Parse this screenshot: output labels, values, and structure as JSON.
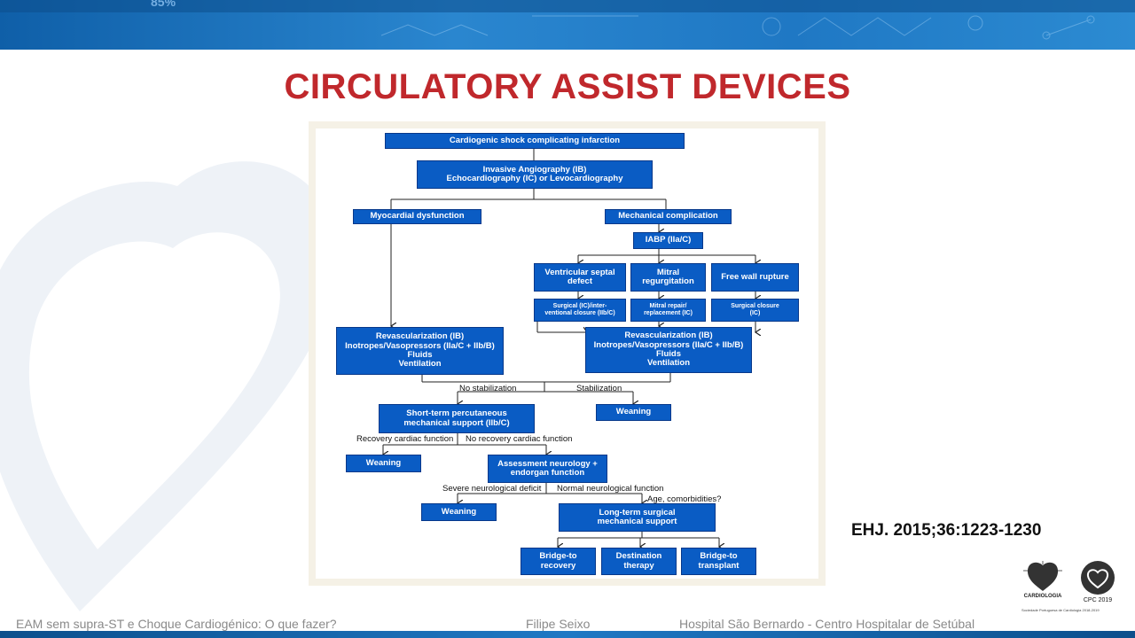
{
  "slide": {
    "title": "CIRCULATORY ASSIST DEVICES",
    "header_fragment": "85%",
    "reference": "EHJ. 2015;36:1223-1230",
    "footer": {
      "left": "EAM sem supra-ST e Choque Cardiogénico: O que fazer?",
      "center": "Filipe Seixo",
      "right": "Hospital São Bernardo  - Centro Hospitalar de Setúbal"
    },
    "logos": {
      "society_name": "CARDIOLOGIA",
      "society_caption": "Sociedade Portuguesa de Cardiologia 2018-2019",
      "cpc_label": "CPC 2019"
    },
    "colors": {
      "title": "#c0282c",
      "box": "#0a5cc4",
      "bar": "#1f78c4"
    }
  },
  "flowchart": {
    "boxes": {
      "cardiogenic_shock": [
        "Cardiogenic shock complicating infarction"
      ],
      "angiography": [
        "Invasive Angiography (IB)",
        "Echocardiography (IC) or Levocardiography"
      ],
      "myocardial_dysfunction": [
        "Myocardial dysfunction"
      ],
      "mechanical_complication": [
        "Mechanical complication"
      ],
      "iabp": [
        "IABP (IIa/C)"
      ],
      "vsd": [
        "Ventricular septal",
        "defect"
      ],
      "mitral": [
        "Mitral",
        "regurgitation"
      ],
      "free_wall": [
        "Free wall rupture"
      ],
      "vsd_surgery": [
        "Surgical (IC)/inter-",
        "ventional closure (IIb/C)"
      ],
      "mitral_repair": [
        "Mitral repair/",
        "replacement (IC)"
      ],
      "free_wall_surgery": [
        "Surgical closure",
        "(IC)"
      ],
      "revasc_left": [
        "Revascularization (IB)",
        "Inotropes/Vasopressors (IIa/C + IIb/B)",
        "Fluids",
        "Ventilation"
      ],
      "revasc_right": [
        "Revascularization (IB)",
        "Inotropes/Vasopressors (IIa/C + IIb/B)",
        "Fluids",
        "Ventilation"
      ],
      "short_term_support": [
        "Short-term percutaneous",
        "mechanical support (IIb/C)"
      ],
      "weaning_stabilization": [
        "Weaning"
      ],
      "weaning_recovery": [
        "Weaning"
      ],
      "assessment": [
        "Assessment neurology +",
        "endorgan function"
      ],
      "weaning_neuro": [
        "Weaning"
      ],
      "long_term_support": [
        "Long-term surgical",
        "mechanical support"
      ],
      "bridge_recovery": [
        "Bridge-to",
        "recovery"
      ],
      "destination": [
        "Destination",
        "therapy"
      ],
      "bridge_transplant": [
        "Bridge-to",
        "transplant"
      ]
    },
    "labels": {
      "no_stabilization": "No stabilization",
      "stabilization": "Stabilization",
      "recovery_cardiac": "Recovery cardiac function",
      "no_recovery_cardiac": "No recovery cardiac function",
      "severe_neuro": "Severe neurological deficit",
      "normal_neuro": "Normal neurological function",
      "age_comorbidities": "Age, comorbidities?"
    }
  }
}
